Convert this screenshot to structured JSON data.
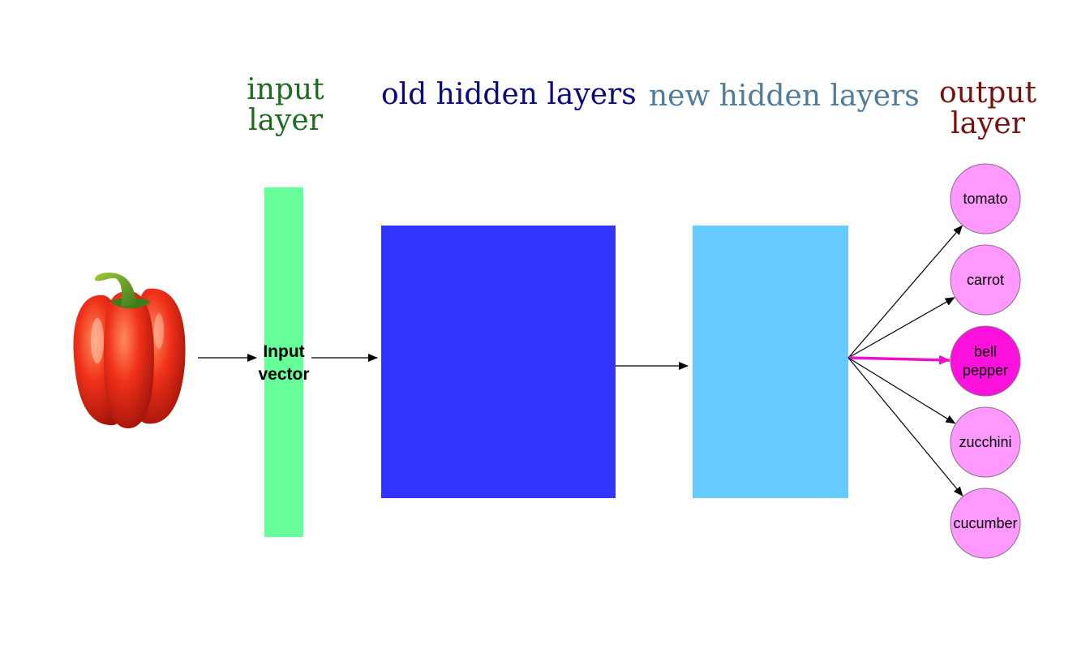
{
  "colors": {
    "input_title": "#1f6b1f",
    "old_title": "#0a0a7a",
    "new_title": "#4f7d99",
    "output_title": "#7a0f0f",
    "input_layer": "#66ff99",
    "old_hidden": "#3333ff",
    "new_hidden": "#66ccff",
    "output_node": "#ff99ff",
    "output_node_selected": "#ff11dd",
    "selected_arrow": "#ee11cc"
  },
  "titles": {
    "input_layer": [
      "input",
      "layer"
    ],
    "old_hidden": "old hidden layers",
    "new_hidden": "new hidden layers",
    "output_layer": [
      "output",
      "layer"
    ]
  },
  "input_vector_label": [
    "Input",
    "vector"
  ],
  "input_image": {
    "icon": "bell-pepper-image"
  },
  "output_nodes": [
    {
      "label": [
        "tomato"
      ],
      "selected": false
    },
    {
      "label": [
        "carrot"
      ],
      "selected": false
    },
    {
      "label": [
        "bell",
        "pepper"
      ],
      "selected": true
    },
    {
      "label": [
        "zucchini"
      ],
      "selected": false
    },
    {
      "label": [
        "cucumber"
      ],
      "selected": false
    }
  ]
}
